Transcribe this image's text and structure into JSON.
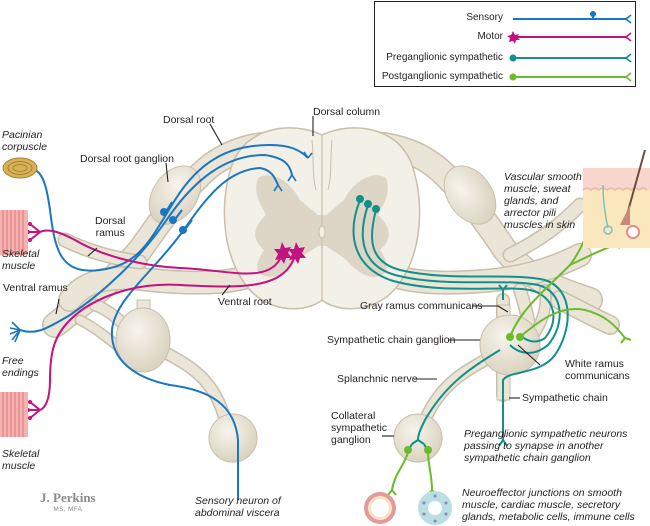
{
  "legend": {
    "items": [
      {
        "label": "Sensory",
        "type": "sensory",
        "color": "#1a76c1"
      },
      {
        "label": "Motor",
        "type": "motor",
        "color": "#c4127f"
      },
      {
        "label": "Preganglionic sympathetic",
        "type": "preganglionic",
        "color": "#12908a"
      },
      {
        "label": "Postganglionic sympathetic",
        "type": "postganglionic",
        "color": "#6cbb2c"
      }
    ]
  },
  "labels": {
    "pacinian": "Pacinian\ncorpuscle",
    "dorsal_root": "Dorsal root",
    "dorsal_root_ganglion": "Dorsal root ganglion",
    "dorsal_column": "Dorsal column",
    "dorsal_ramus": "Dorsal\nramus",
    "skeletal_muscle_top": "Skeletal\nmuscle",
    "ventral_ramus": "Ventral ramus",
    "ventral_root": "Ventral root",
    "free_endings": "Free\nendings",
    "skeletal_muscle_bottom": "Skeletal\nmuscle",
    "vascular": "Vascular smooth\nmuscle, sweat\nglands, and\narrector pili\nmuscles in skin",
    "gray_ramus": "Gray ramus communicans",
    "sympathetic_chain_ganglion": "Sympathetic chain ganglion",
    "white_ramus": "White ramus\ncommunicans",
    "splanchnic": "Splanchnic nerve",
    "sympathetic_chain": "Sympathetic chain",
    "collateral": "Collateral\nsympathetic\nganglion",
    "preganglionic_note": "Preganglionic sympathetic neurons\npassing to synapse in another\nsympathetic chain ganglion",
    "sensory_visceral": "Sensory neuron of\nabdominal viscera",
    "neuroeffector": "Neuroeffector junctions on smooth\nmuscle, cardiac muscle, secretory\nglands, metabolic cells, immune cells"
  },
  "signature": {
    "name": "J. Perkins",
    "credentials": "MS, MFA"
  },
  "colors": {
    "sensory": "#1a76c1",
    "motor": "#c4127f",
    "preganglionic": "#12908a",
    "postganglionic": "#6cbb2c",
    "nerve": "#ebe5d8",
    "nerve_edge": "#c9bfaa",
    "gray_matter": "#ddd5c6",
    "white_matter": "#f3f0e8"
  }
}
